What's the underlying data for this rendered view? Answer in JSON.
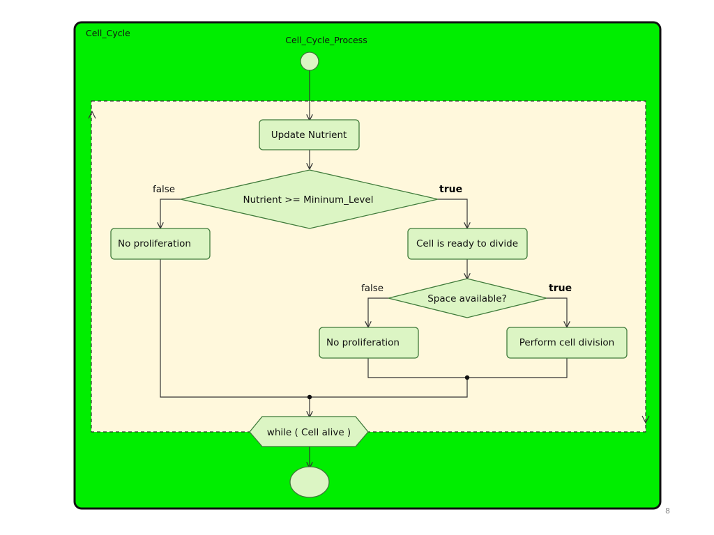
{
  "diagram": {
    "container_title": "Cell_Cycle",
    "process_title": "Cell_Cycle_Process",
    "nodes": {
      "update_nutrient": "Update Nutrient",
      "nutrient_check": "Nutrient >= Mininum_Level",
      "no_proliferation_1": "No proliferation",
      "cell_ready": "Cell is ready to divide",
      "space_check": "Space available?",
      "no_proliferation_2": "No proliferation",
      "perform_division": "Perform cell division",
      "loop_condition": "while ( Cell alive )"
    },
    "edge_labels": {
      "nutrient_false": "false",
      "nutrient_true": "true",
      "space_false": "false",
      "space_true": "true"
    },
    "page_number": "8"
  },
  "colors": {
    "container_fill": "#00ee00",
    "loop_region_fill": "#fff8dc",
    "node_fill": "#dcf5c4",
    "node_stroke": "#3f7a3a"
  }
}
